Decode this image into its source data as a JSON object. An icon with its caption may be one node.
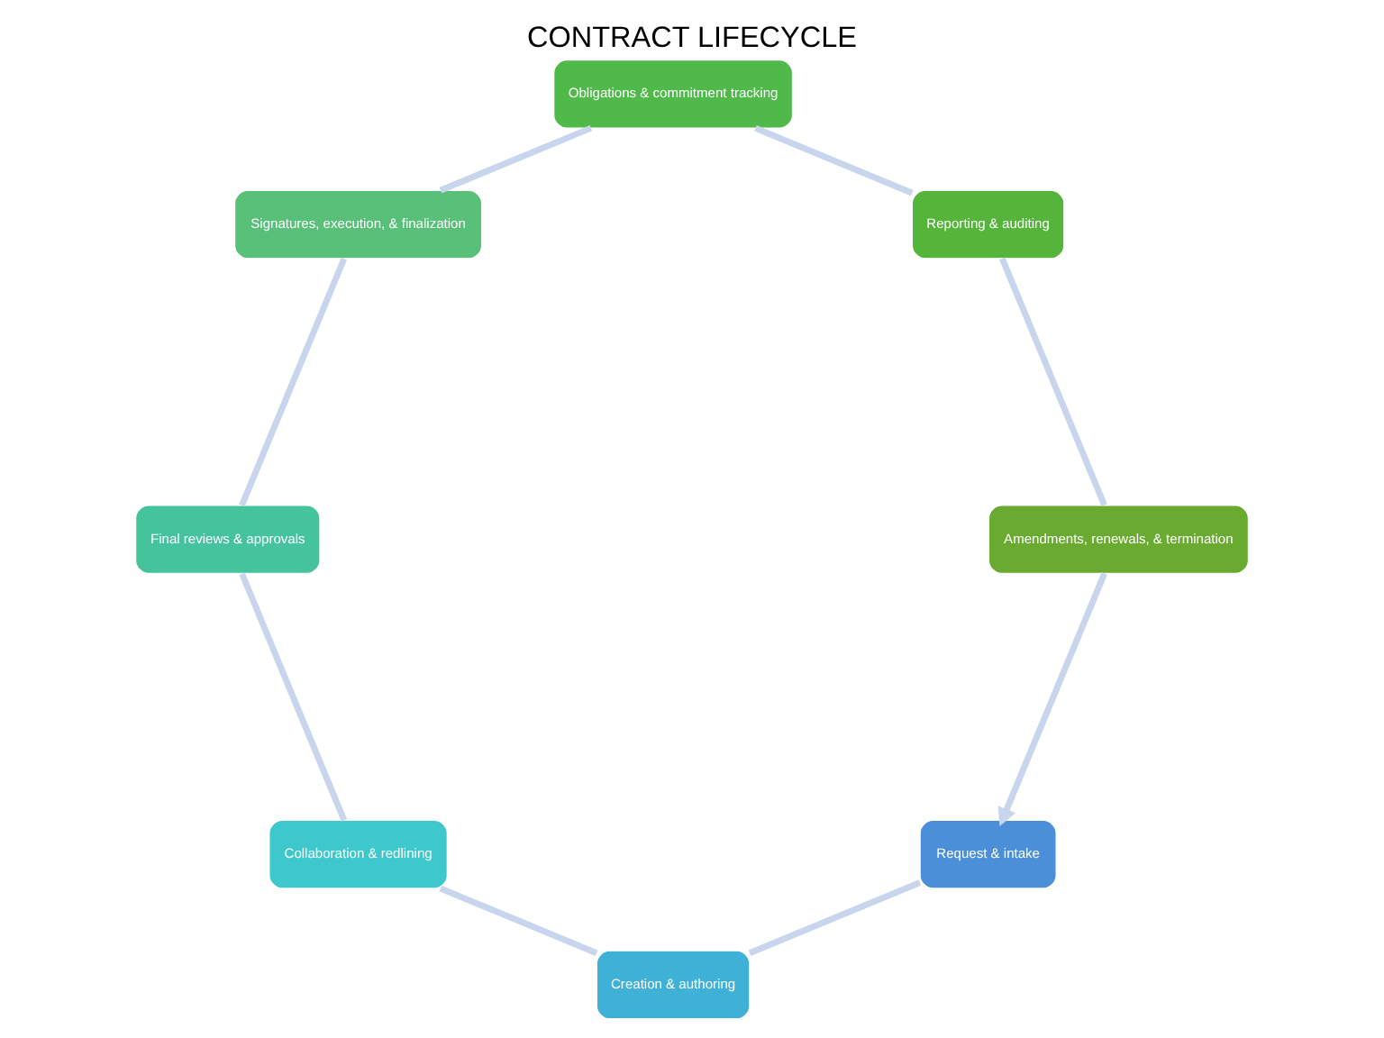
{
  "diagram": {
    "title": "CONTRACT LIFECYCLE",
    "nodes": [
      {
        "text": [
          "Request & intake"
        ]
      },
      {
        "text": [
          "Creation & authoring"
        ]
      },
      {
        "text": [
          "Collaboration & redlining"
        ]
      },
      {
        "text": [
          "Final reviews & approvals"
        ]
      },
      {
        "text": [
          "Signatures, execution, & finalization"
        ]
      },
      {
        "text": [
          "Obligations & commitment tracking"
        ]
      },
      {
        "text": [
          "Reporting & auditing"
        ]
      },
      {
        "text": [
          "Amendments, renewals, & termination"
        ]
      }
    ],
    "edges": [
      {
        "from": 0,
        "to": 1,
        "arrow": "none"
      },
      {
        "from": 1,
        "to": 2,
        "arrow": "none"
      },
      {
        "from": 2,
        "to": 3,
        "arrow": "none"
      },
      {
        "from": 3,
        "to": 4,
        "arrow": "none"
      },
      {
        "from": 4,
        "to": 5,
        "arrow": "none"
      },
      {
        "from": 5,
        "to": 6,
        "arrow": "none"
      },
      {
        "from": 6,
        "to": 7,
        "arrow": "none"
      },
      {
        "from": 7,
        "to": 0,
        "arrow": "to"
      }
    ]
  }
}
